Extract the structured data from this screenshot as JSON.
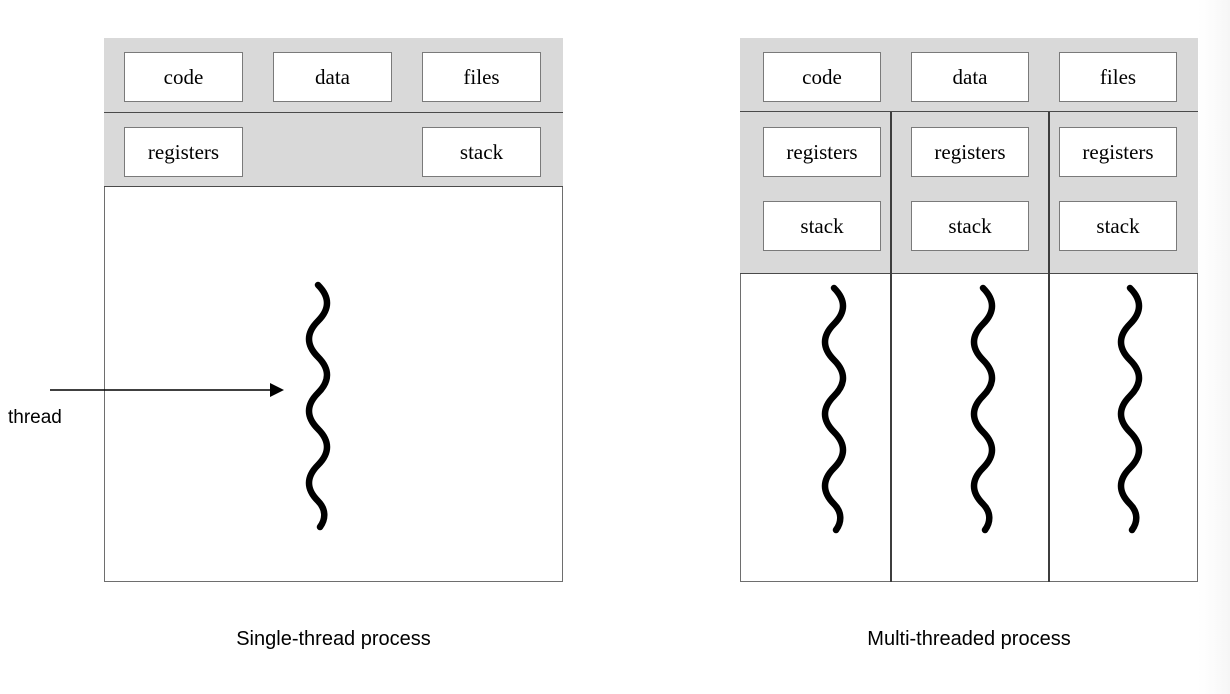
{
  "figure": {
    "title": "",
    "background_color": "#ffffff",
    "header_fill": "#d9d9d9",
    "box_fill": "#ffffff",
    "line_color": "#000000"
  },
  "annotation": {
    "thread_label": "thread",
    "arrow_icon": "arrow-right-icon"
  },
  "panels": [
    {
      "id": "single-thread",
      "caption": "Single-thread process",
      "shared_row": [
        {
          "label": "code"
        },
        {
          "label": "data"
        },
        {
          "label": "files"
        }
      ],
      "per_thread_row": [
        {
          "label": "registers"
        },
        {
          "label": "stack"
        }
      ],
      "thread_count": 1,
      "thread_icon": "squiggle-thread-icon"
    },
    {
      "id": "multi-threaded",
      "caption": "Multi-threaded process",
      "shared_row": [
        {
          "label": "code"
        },
        {
          "label": "data"
        },
        {
          "label": "files"
        }
      ],
      "threads": [
        {
          "registers": "registers",
          "stack": "stack"
        },
        {
          "registers": "registers",
          "stack": "stack"
        },
        {
          "registers": "registers",
          "stack": "stack"
        }
      ],
      "thread_count": 3,
      "thread_icon": "squiggle-thread-icon"
    }
  ]
}
